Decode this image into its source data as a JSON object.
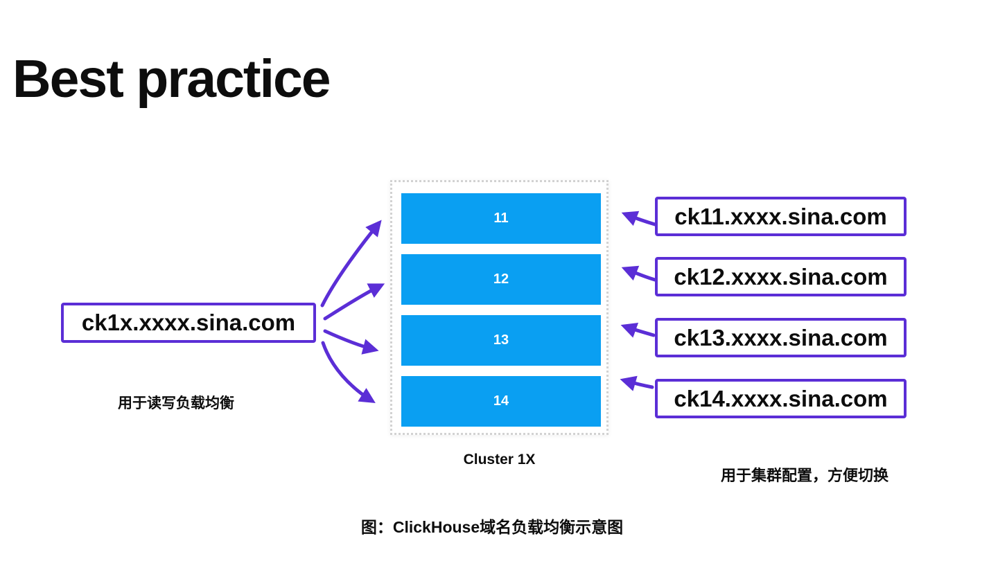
{
  "slide": {
    "title": "Best practice",
    "caption": "图：ClickHouse域名负载均衡示意图"
  },
  "cluster": {
    "label": "Cluster 1X",
    "nodes": [
      {
        "id": "11"
      },
      {
        "id": "12"
      },
      {
        "id": "13"
      },
      {
        "id": "14"
      }
    ]
  },
  "write_domain": {
    "label": "ck1x.xxxx.sina.com",
    "note": "用于读写负载均衡"
  },
  "node_domains": {
    "items": [
      {
        "label": "ck11.xxxx.sina.com"
      },
      {
        "label": "ck12.xxxx.sina.com"
      },
      {
        "label": "ck13.xxxx.sina.com"
      },
      {
        "label": "ck14.xxxx.sina.com"
      }
    ],
    "note": "用于集群配置，方便切换"
  },
  "colors": {
    "node_blue": "#0a9ff2",
    "arrow_purple": "#5b2ed6",
    "cluster_border": "#d2d2d2",
    "text_black": "#111111"
  }
}
